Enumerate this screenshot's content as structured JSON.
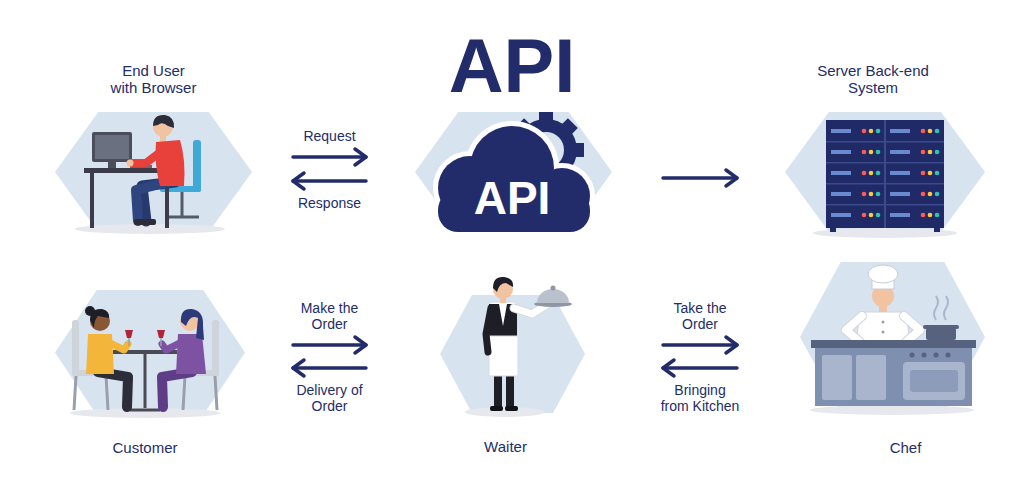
{
  "diagram": {
    "title": "API",
    "nodes": [
      {
        "text": [
          "End User with Browser"
        ]
      },
      {
        "text": [
          "API"
        ]
      },
      {
        "text": [
          "Server Back-end System"
        ]
      },
      {
        "text": [
          "Customer"
        ]
      },
      {
        "text": [
          "Waiter"
        ]
      },
      {
        "text": [
          "Chef"
        ]
      }
    ],
    "edges": [
      {
        "from": 0,
        "to": 1,
        "label": "Request",
        "arrow": "to"
      },
      {
        "from": 1,
        "to": 0,
        "label": "Response",
        "arrow": "to"
      },
      {
        "from": 1,
        "to": 2,
        "arrow": "to"
      },
      {
        "from": 3,
        "to": 4,
        "label": "Make the Order",
        "arrow": "to"
      },
      {
        "from": 4,
        "to": 3,
        "label": "Delivery of Order",
        "arrow": "to"
      },
      {
        "from": 4,
        "to": 5,
        "label": "Take the Order",
        "arrow": "to"
      },
      {
        "from": 5,
        "to": 4,
        "label": "Bringing from Kitchen",
        "arrow": "to"
      }
    ]
  }
}
